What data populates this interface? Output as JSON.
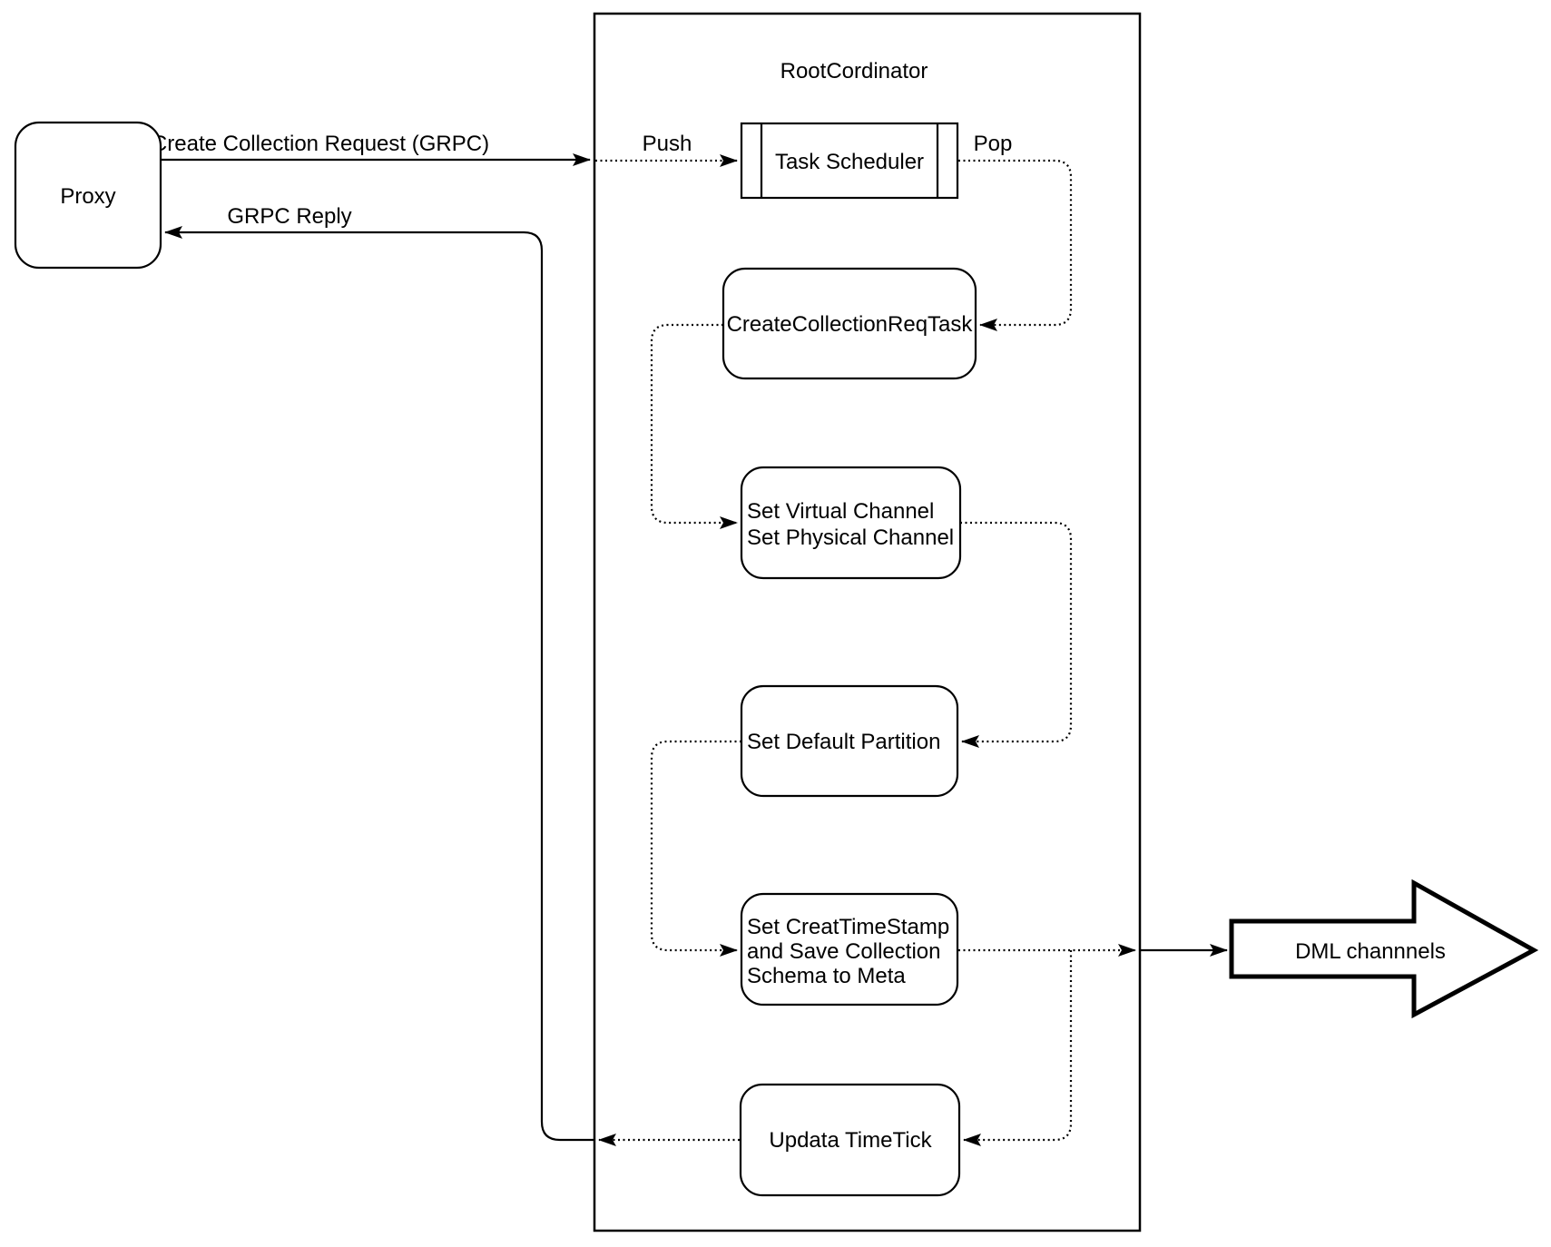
{
  "diagram": {
    "container": {
      "title": "RootCordinator"
    },
    "nodes": {
      "proxy": {
        "label": "Proxy"
      },
      "task_scheduler": {
        "label": "Task Scheduler"
      },
      "create_collection_req_task": {
        "label": "CreateCollectionReqTask"
      },
      "set_channels": {
        "line1": "Set Virtual Channel",
        "line2": "Set Physical Channel"
      },
      "set_default_partition": {
        "label": "Set Default Partition"
      },
      "set_create_timestamp": {
        "line1": "Set CreatTimeStamp",
        "line2": "and Save Collection",
        "line3": "Schema to Meta"
      },
      "update_timetick": {
        "label": "Updata TimeTick"
      },
      "dml_channels": {
        "label": "DML channnels"
      }
    },
    "edges": {
      "create_collection_request": {
        "label": "Create Collection Request (GRPC)"
      },
      "grpc_reply": {
        "label": "GRPC Reply"
      },
      "push": {
        "label": "Push"
      },
      "pop": {
        "label": "Pop"
      }
    },
    "colors": {
      "stroke": "#000000",
      "background": "#ffffff"
    }
  }
}
